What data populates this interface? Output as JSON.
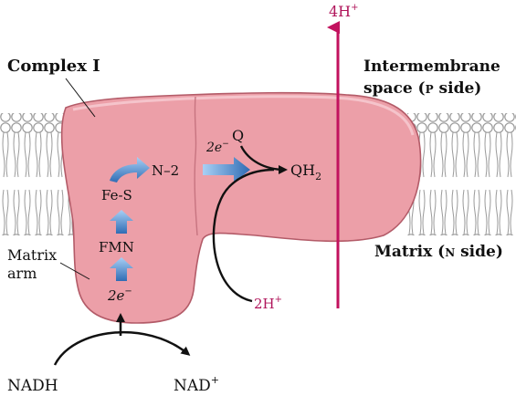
{
  "colors": {
    "complex_fill": "#ec9fa8",
    "complex_edge": "#b35b68",
    "proton_arrow": "#c2125e",
    "proton_text": "#b0145a",
    "electron_arrow": "#4a86c8",
    "membrane_line": "#9a9a9a",
    "text": "#111111"
  },
  "labels": {
    "complex": "Complex I",
    "intermembrane_line1": "Intermembrane",
    "intermembrane_line2": "space (",
    "intermembrane_p": "P",
    "intermembrane_tail": " side)",
    "matrix_arm_line1": "Matrix",
    "matrix_arm_line2": "arm",
    "matrix_side": "Matrix (",
    "matrix_n": "N",
    "matrix_tail": " side)"
  },
  "carriers": {
    "e_in": "2e",
    "e_in_sup": "−",
    "fmn": "FMN",
    "fes": "Fe-S",
    "n2": "N–2",
    "e_transfer": "2e",
    "e_transfer_sup": "−",
    "q": "Q",
    "qh2": "QH",
    "qh2_sub": "2"
  },
  "protons": {
    "pumped": "4H",
    "pumped_sup": "+",
    "taken": "2H",
    "taken_sup": "+"
  },
  "substrates": {
    "nadh": "NADH",
    "nad": "NAD",
    "nad_sup": "+"
  },
  "icons": {
    "electron_flow": "blue-chevron-arrow",
    "proton_pump": "vertical-arrow",
    "membrane": "phospholipid-bilayer"
  }
}
